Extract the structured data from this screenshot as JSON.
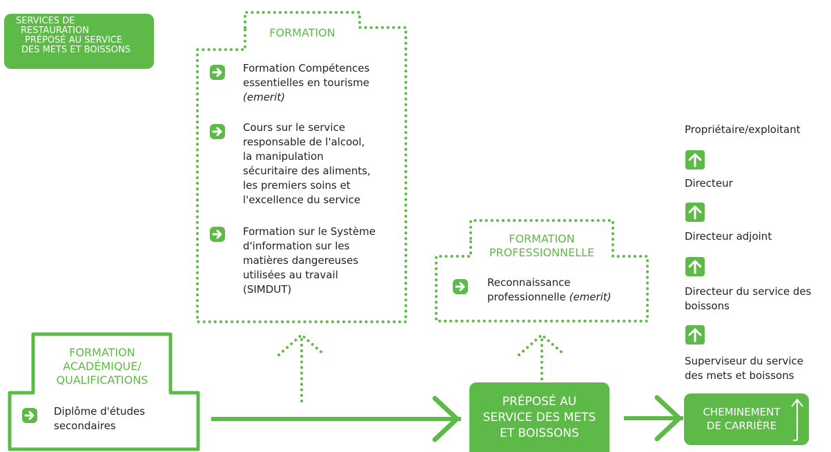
{
  "tag": {
    "line1": "SERVICES DE",
    "line2": "RESTAURATION",
    "line3": "PRÉPOSÉ AU SERVICE",
    "line4": "DES METS ET BOISSONS"
  },
  "formation": {
    "title": "FORMATION",
    "items": [
      {
        "line1": "Formation Compétences",
        "line2": "essentielles en tourisme",
        "line3": "(emerit)"
      },
      {
        "line1": "Cours sur le service",
        "line2": "responsable de l'alcool,",
        "line3": "la manipulation",
        "line4": "sécuritaire des aliments,",
        "line5": "les premiers soins et",
        "line6": "l'excellence du service"
      },
      {
        "line1": "Formation sur le Système",
        "line2": "d'information sur les",
        "line3": "matières dangereuses",
        "line4": "utilisées au travail",
        "line5": "(SIMDUT)"
      }
    ]
  },
  "formation_pro": {
    "title1": "FORMATION",
    "title2": "PROFESSIONNELLE",
    "item_line1": "Reconnaissance",
    "item_line2": "professionnelle",
    "item_em": "(emerit)"
  },
  "academic": {
    "title1": "FORMATION",
    "title2": "ACADÉMIQUE/",
    "title3": "QUALIFICATIONS",
    "item_line1": "Diplôme d'études",
    "item_line2": "secondaires"
  },
  "center_box": {
    "line1": "PRÉPOSÉ AU",
    "line2": "SERVICE DES METS",
    "line3": "ET BOISSONS"
  },
  "career_box": {
    "line1": "CHEMINEMENT",
    "line2": "DE CARRIÈRE"
  },
  "career_path": [
    {
      "line1": "Propriétaire/exploitant"
    },
    {
      "line1": "Directeur"
    },
    {
      "line1": "Directeur adjoint"
    },
    {
      "line1": "Directeur du service des",
      "line2": "boissons"
    },
    {
      "line1": "Superviseur du service",
      "line2": "des mets et boissons"
    }
  ],
  "colors": {
    "accent": "#5db948",
    "text": "#222222"
  }
}
